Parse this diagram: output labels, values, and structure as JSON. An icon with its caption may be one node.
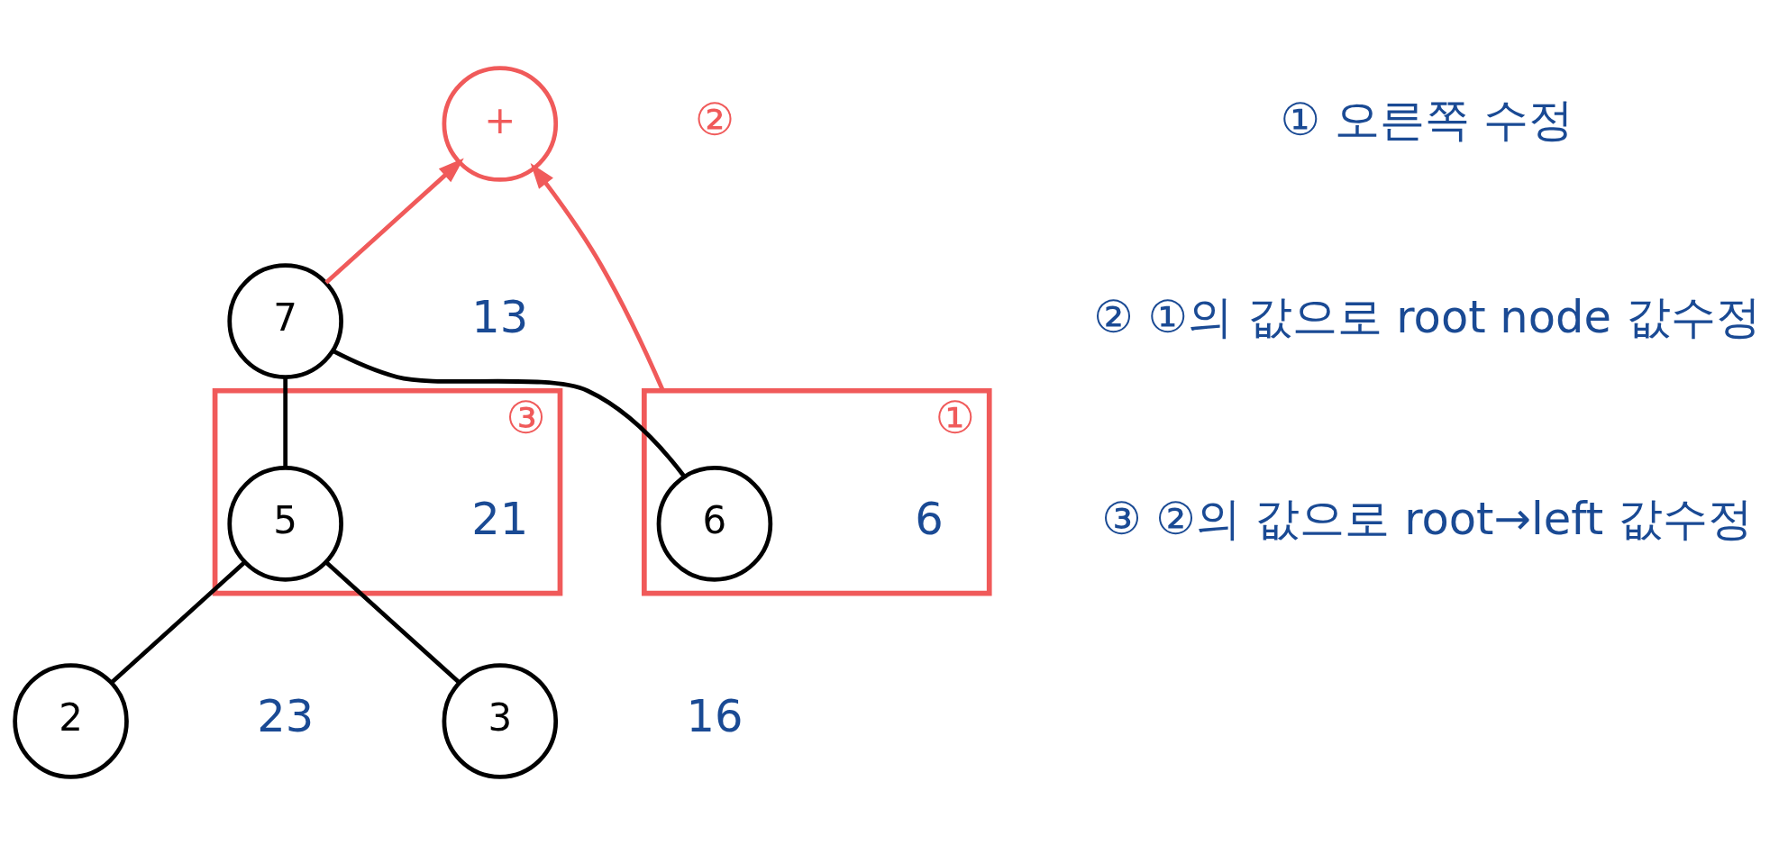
{
  "diagram": {
    "nodes": [
      {
        "text": [
          "+"
        ],
        "beside": [
          "②"
        ]
      },
      {
        "text": [
          "7"
        ],
        "beside": [
          "13"
        ]
      },
      {
        "text": [
          "③"
        ]
      },
      {
        "text": [
          "5"
        ],
        "in": 2,
        "beside": [
          "21"
        ]
      },
      {
        "text": [
          "①"
        ]
      },
      {
        "text": [
          "6"
        ],
        "in": 4,
        "beside": [
          "6"
        ]
      },
      {
        "text": [
          "2"
        ],
        "beside": [
          "23"
        ]
      },
      {
        "text": [
          "3"
        ],
        "beside": [
          "16"
        ]
      }
    ],
    "edges": [
      {
        "from": 1,
        "to": 0,
        "arrow": "to",
        "color": "#f05a5a"
      },
      {
        "from": 4,
        "to": 0,
        "arrow": "to",
        "color": "#f05a5a"
      },
      {
        "from": 1,
        "to": 3,
        "arrow": "none"
      },
      {
        "from": 1,
        "to": 5,
        "arrow": "none"
      },
      {
        "from": 3,
        "to": 6,
        "arrow": "none"
      },
      {
        "from": 3,
        "to": 7,
        "arrow": "none"
      }
    ],
    "labels": [
      "① 오른쪽 수정",
      "② ①의 값으로 root node 값수정",
      "③ ②의 값으로 root→left 값수정"
    ]
  }
}
